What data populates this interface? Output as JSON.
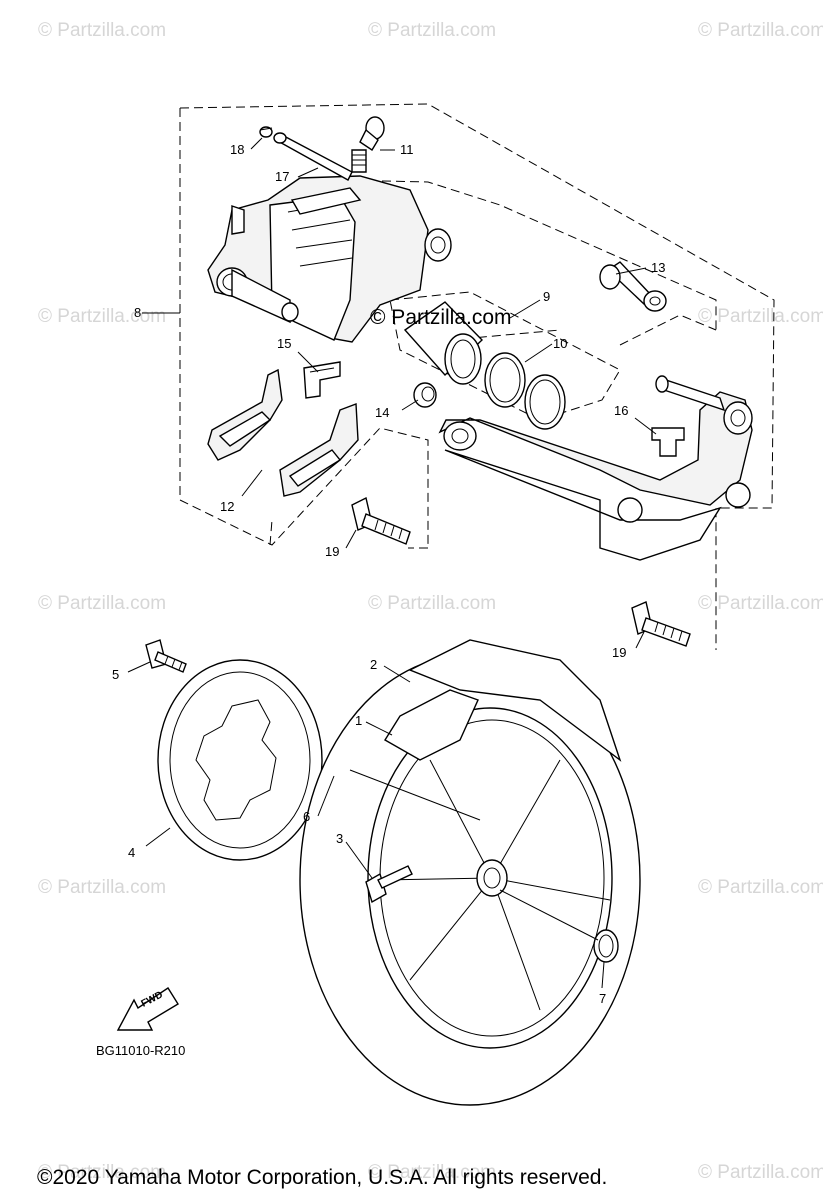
{
  "watermark": "© Partzilla.com",
  "center_watermark": "© Partzilla.com",
  "diagram_code": "BG11010-R210",
  "fwd_label": "FWD",
  "copyright": "©2020 Yamaha Motor Corporation, U.S.A. All rights reserved.",
  "callouts": [
    "1",
    "2",
    "3",
    "4",
    "5",
    "6",
    "7",
    "8",
    "9",
    "10",
    "11",
    "12",
    "13",
    "14",
    "15",
    "16",
    "17",
    "18",
    "19",
    "19"
  ]
}
